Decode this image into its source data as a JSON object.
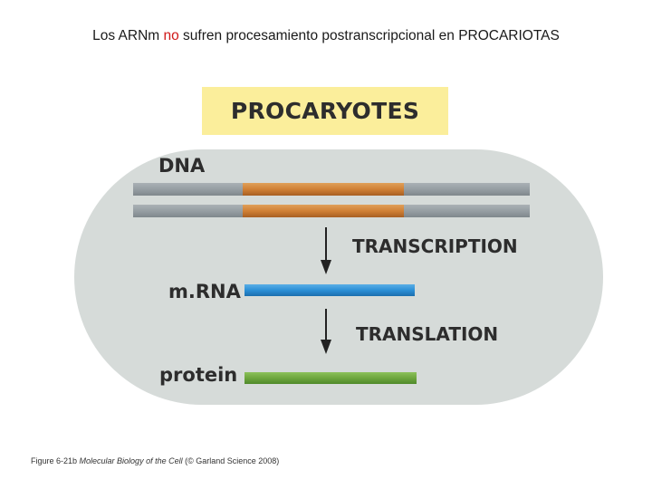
{
  "slide": {
    "title_before": "Los ARNm ",
    "title_highlight": "no",
    "title_after": " sufren procesamiento postranscripcional en PROCARIOTAS",
    "highlight_color": "#d01818"
  },
  "diagram": {
    "heading": "PROCARYOTES",
    "dna_label": "DNA",
    "transcription_label": "TRANSCRIPTION",
    "mrna_label": "m.RNA",
    "translation_label": "TRANSLATION",
    "protein_label": "protein",
    "colors": {
      "heading_bg": "#fbee9b",
      "cell_bg": "#d6dbd9",
      "dna_strand": "#969ea3",
      "gene_region": "#d08035",
      "mrna": "#2b8fd6",
      "protein": "#6ea63e",
      "arrow": "#222222"
    }
  },
  "caption": {
    "prefix": "Figure 6-21b ",
    "book": "Molecular Biology of the Cell",
    "suffix": " (© Garland Science 2008)"
  }
}
